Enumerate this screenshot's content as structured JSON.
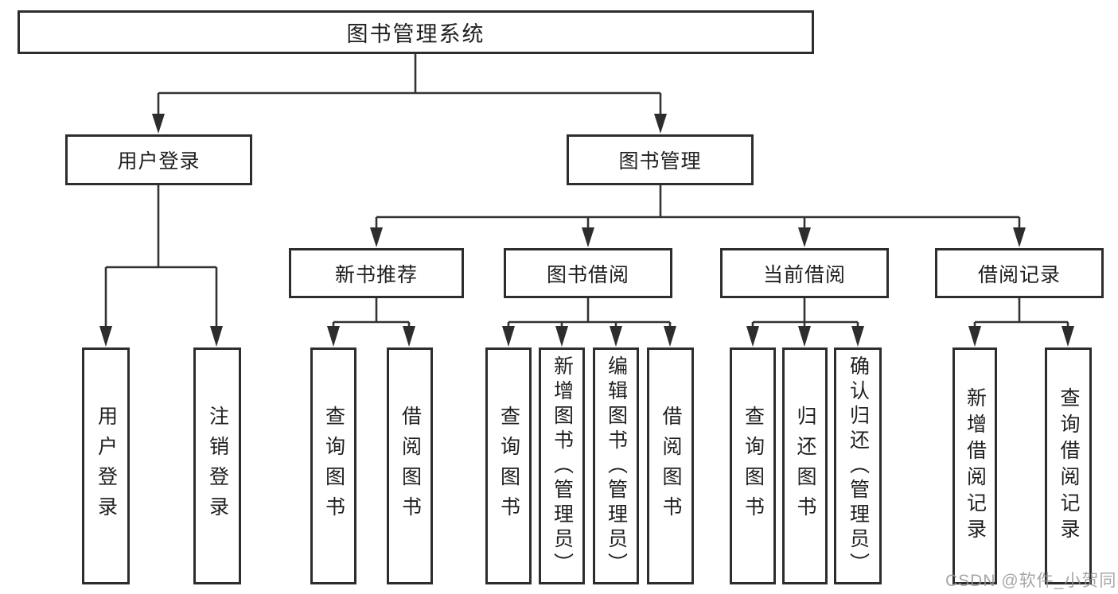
{
  "diagram": {
    "type": "hierarchy",
    "tree": {
      "label": "图书管理系统",
      "children": [
        {
          "label": "用户登录",
          "children": [
            {
              "label": "用户登录"
            },
            {
              "label": "注销登录"
            }
          ]
        },
        {
          "label": "图书管理",
          "children": [
            {
              "label": "新书推荐",
              "children": [
                {
                  "label": "查询图书"
                },
                {
                  "label": "借阅图书"
                }
              ]
            },
            {
              "label": "图书借阅",
              "children": [
                {
                  "label": "查询图书"
                },
                {
                  "label": "新增图书（管理员）"
                },
                {
                  "label": "编辑图书（管理员）"
                },
                {
                  "label": "借阅图书"
                }
              ]
            },
            {
              "label": "当前借阅",
              "children": [
                {
                  "label": "查询图书"
                },
                {
                  "label": "归还图书"
                },
                {
                  "label": "确认归还（管理员）"
                }
              ]
            },
            {
              "label": "借阅记录",
              "children": [
                {
                  "label": "新增借阅记录"
                },
                {
                  "label": "查询借阅记录"
                }
              ]
            }
          ]
        }
      ]
    },
    "colors": {
      "box_border": "#2d2d2d",
      "connector_line": "#333333",
      "text": "#1f1f1f",
      "background": "#ffffff",
      "watermark": "#969696"
    }
  },
  "watermark": "CSDN @软件_小贺同学"
}
